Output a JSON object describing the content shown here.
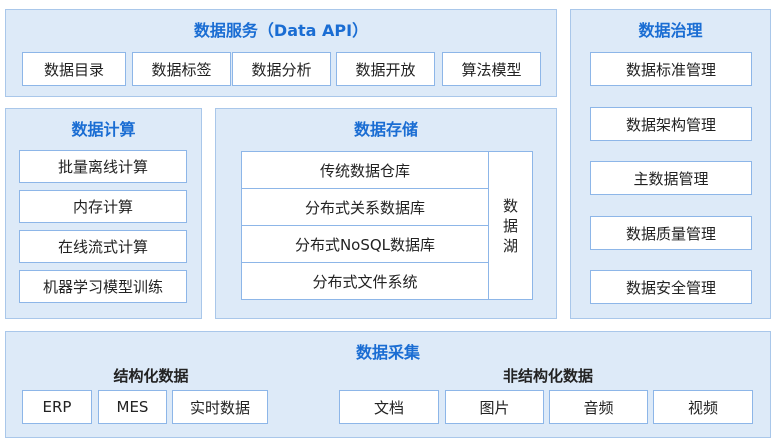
{
  "data_service": {
    "title": "数据服务（Data API）",
    "items": [
      "数据目录",
      "数据标签",
      "数据分析",
      "数据开放",
      "算法模型"
    ]
  },
  "data_compute": {
    "title": "数据计算",
    "items": [
      "批量离线计算",
      "内存计算",
      "在线流式计算",
      "机器学习模型训练"
    ]
  },
  "data_storage": {
    "title": "数据存储",
    "items": [
      "传统数据仓库",
      "分布式关系数据库",
      "分布式NoSQL数据库",
      "分布式文件系统"
    ],
    "lake": [
      "数",
      "据",
      "湖"
    ]
  },
  "data_governance": {
    "title": "数据治理",
    "items": [
      "数据标准管理",
      "数据架构管理",
      "主数据管理",
      "数据质量管理",
      "数据安全管理"
    ]
  },
  "data_collection": {
    "title": "数据采集",
    "structured": {
      "title": "结构化数据",
      "items": [
        "ERP",
        "MES",
        "实时数据"
      ]
    },
    "unstructured": {
      "title": "非结构化数据",
      "items": [
        "文档",
        "图片",
        "音频",
        "视频"
      ]
    }
  },
  "colors": {
    "panel_bg": "#ddeaf8",
    "panel_border": "#a9c7ea",
    "box_border": "#8db6e8",
    "title": "#1a6dd3"
  }
}
